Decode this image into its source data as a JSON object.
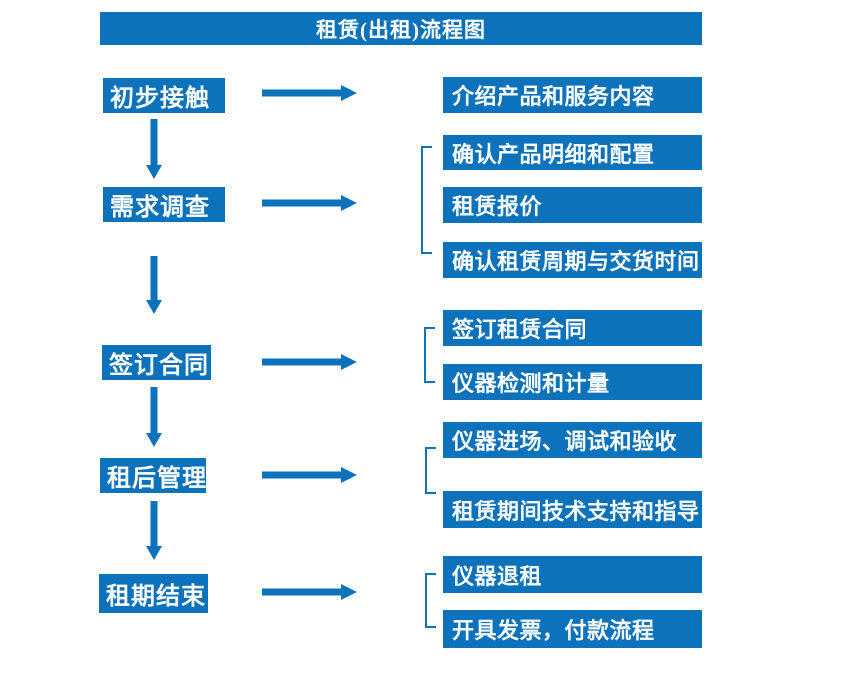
{
  "title": "租赁(出租)流程图",
  "colors": {
    "primary_blue": "#0d72bc",
    "text_white": "#ffffff",
    "background": "#ffffff"
  },
  "stages": [
    {
      "label": "初步接触",
      "details": [
        "介绍产品和服务内容"
      ]
    },
    {
      "label": "需求调查",
      "details": [
        "确认产品明细和配置",
        "租赁报价",
        "确认租赁周期与交货时间"
      ]
    },
    {
      "label": "签订合同",
      "details": [
        "签订租赁合同",
        "仪器检测和计量"
      ]
    },
    {
      "label": "租后管理",
      "details": [
        "仪器进场、调试和验收",
        "租赁期间技术支持和指导"
      ]
    },
    {
      "label": "租期结束",
      "details": [
        "仪器退租",
        "开具发票，付款流程"
      ]
    }
  ]
}
